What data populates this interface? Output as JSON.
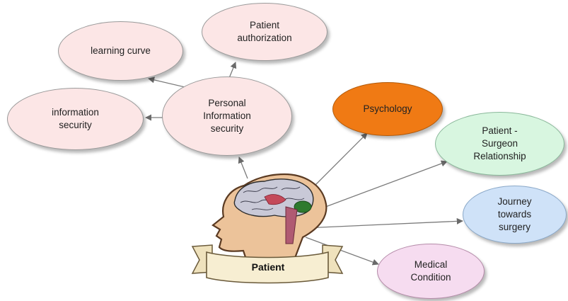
{
  "diagram": {
    "center": {
      "label": "Patient",
      "icon": "head-brain-icon"
    },
    "nodes": [
      {
        "id": "patauth",
        "label": "Patient\nauthorization",
        "color": "#fce6e6"
      },
      {
        "id": "learn",
        "label": "learning curve",
        "color": "#fce6e6"
      },
      {
        "id": "infosec",
        "label": "information\nsecurity",
        "color": "#fce6e6"
      },
      {
        "id": "personal",
        "label": "Personal\nInformation\nsecurity",
        "color": "#fce6e6"
      },
      {
        "id": "psych",
        "label": "Psychology",
        "color": "#f07a14"
      },
      {
        "id": "patsurg",
        "label": "Patient -\nSurgeon\nRelationship",
        "color": "#d8f6e0"
      },
      {
        "id": "journey",
        "label": "Journey\ntowards\nsurgery",
        "color": "#cfe2f8"
      },
      {
        "id": "medical",
        "label": "Medical\nCondition",
        "color": "#f6dcf0"
      }
    ],
    "edges": [
      {
        "from": "patient",
        "to": "personal"
      },
      {
        "from": "patient",
        "to": "psych"
      },
      {
        "from": "patient",
        "to": "patsurg"
      },
      {
        "from": "patient",
        "to": "journey"
      },
      {
        "from": "patient",
        "to": "medical"
      },
      {
        "from": "personal",
        "to": "patauth"
      },
      {
        "from": "personal",
        "to": "learn"
      },
      {
        "from": "personal",
        "to": "infosec"
      }
    ]
  }
}
